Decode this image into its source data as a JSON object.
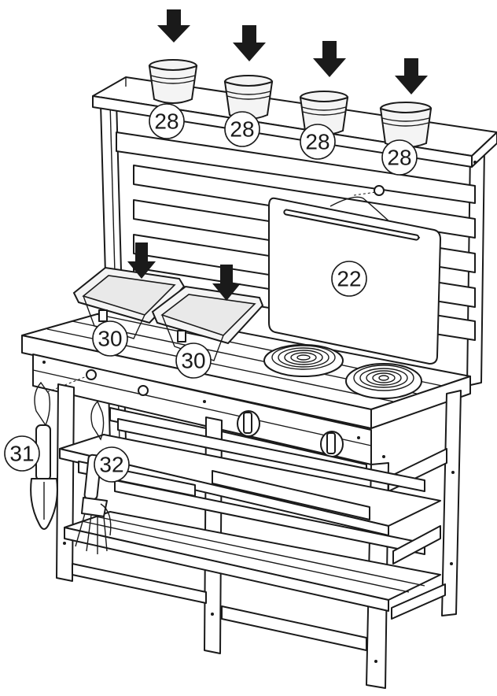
{
  "callouts": {
    "pot_1": "28",
    "pot_2": "28",
    "pot_3": "28",
    "pot_4": "28",
    "board": "22",
    "sink_left": "30",
    "sink_right": "30",
    "shovel": "31",
    "fork": "32"
  },
  "icons": {
    "insert_arrow": "down-arrow-icon"
  },
  "colors": {
    "line": "#1a1a1a",
    "background": "#ffffff"
  }
}
